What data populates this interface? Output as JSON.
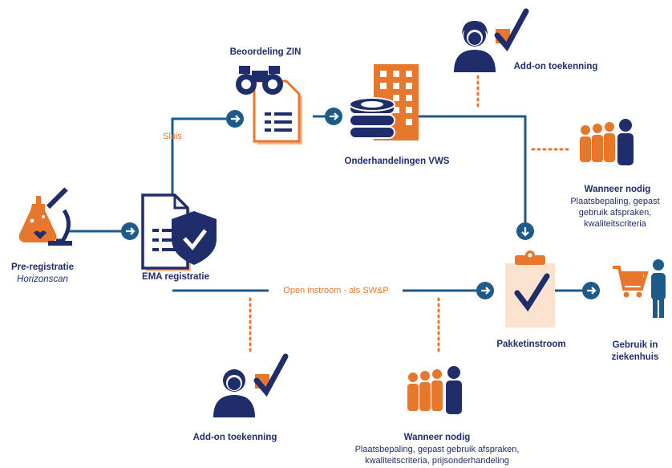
{
  "nodes": {
    "pre_registratie": {
      "label": "Pre-registratie",
      "sublabel": "Horizonscan"
    },
    "ema_registratie": {
      "label": "EMA registratie"
    },
    "beoordeling_zin": {
      "label": "Beoordeling ZIN"
    },
    "onderhandelingen_vws": {
      "label": "Onderhandelingen VWS"
    },
    "pakketinstroom": {
      "label": "Pakketinstroom"
    },
    "gebruik_ziekenhuis": {
      "line1": "Gebruik in",
      "line2": "ziekenhuis"
    },
    "addon_top": {
      "label": "Add-on toekenning"
    },
    "addon_bottom": {
      "label": "Add-on toekenning"
    },
    "wanneer_top": {
      "title": "Wanneer nodig",
      "line1": "Plaatsbepaling, gepast",
      "line2": "gebruik afspraken,",
      "line3": "kwaliteitscriteria"
    },
    "wanneer_bottom": {
      "title": "Wanneer nodig",
      "line1": "Plaatsbepaling, gepast gebruik afspraken,",
      "line2": "kwaliteitscriteria, prijsonderhandeling"
    }
  },
  "edges": {
    "sluis": "Sluis",
    "open_instroom": "Open instroom - als SW&P"
  },
  "colors": {
    "navy": "#1f2d6b",
    "orange": "#e8772e",
    "light_orange": "#f5c9a5",
    "pale": "#fbe3cf",
    "teal": "#1e5b8a"
  },
  "icons": [
    "lab-flask-microscope-icon",
    "document-shield-icon",
    "binoculars-document-icon",
    "building-coins-icon",
    "clipboard-check-icon",
    "shopping-cart-person-icon",
    "person-check-icon",
    "group-people-icon"
  ]
}
